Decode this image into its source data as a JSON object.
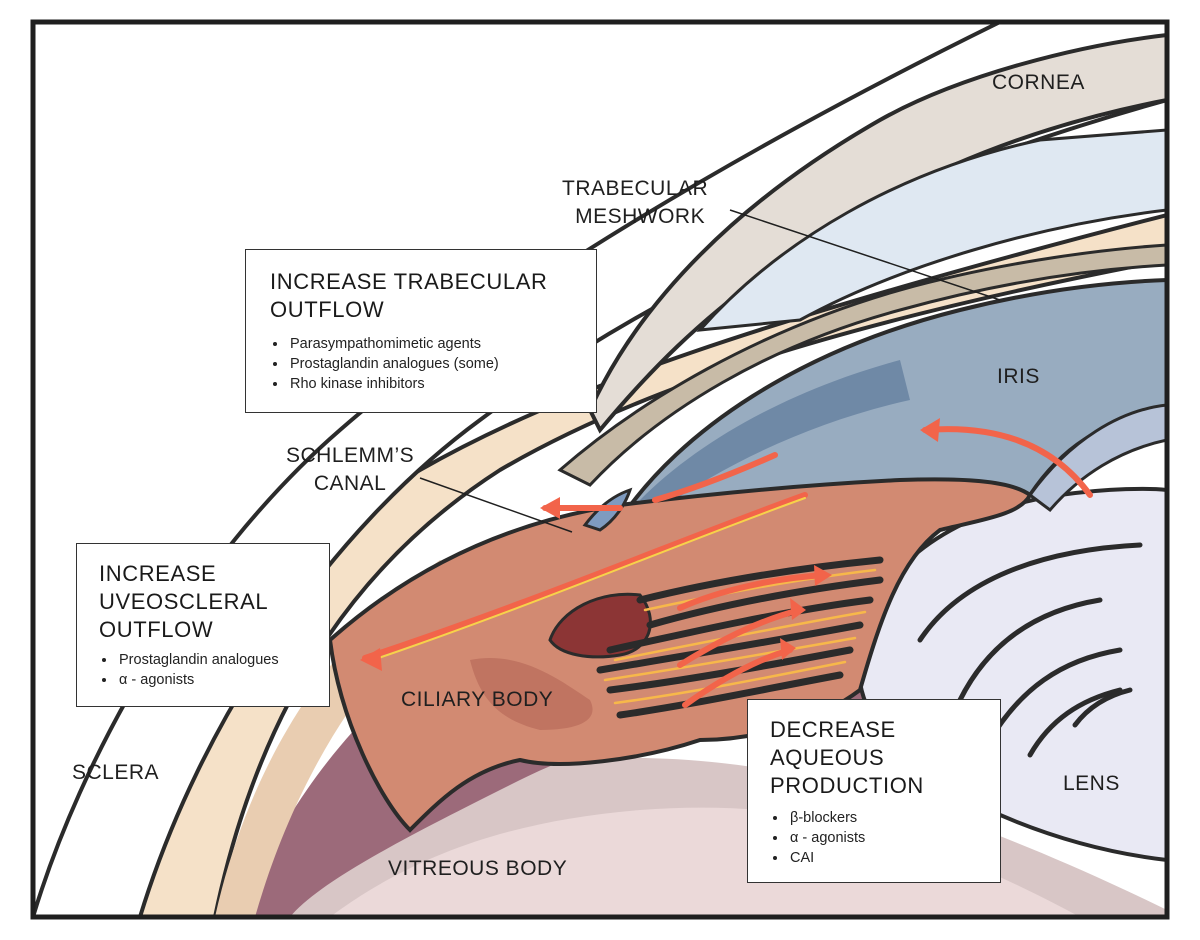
{
  "labels": {
    "cornea": "CORNEA",
    "trabecular_meshwork": [
      "TRABECULAR",
      "MESHWORK"
    ],
    "iris": "IRIS",
    "schlemms_canal": [
      "SCHLEMM’S",
      "CANAL"
    ],
    "ciliary_body": "CILIARY BODY",
    "sclera": "SCLERA",
    "lens": "LENS",
    "vitreous_body": "VITREOUS BODY"
  },
  "boxes": {
    "trabecular_outflow": {
      "title": [
        "INCREASE TRABECULAR",
        "OUTFLOW"
      ],
      "items": [
        "Parasympathomimetic agents",
        "Prostaglandin analogues (some)",
        "Rho kinase inhibitors"
      ]
    },
    "uveoscleral_outflow": {
      "title": [
        "INCREASE",
        "UVEOSCLERAL",
        "OUTFLOW"
      ],
      "items": [
        "Prostaglandin analogues",
        "α - agonists"
      ]
    },
    "aqueous_production": {
      "title": [
        "DECREASE",
        "AQUEOUS",
        "PRODUCTION"
      ],
      "items": [
        "β-blockers",
        "α - agonists",
        "CAI"
      ]
    }
  },
  "colors": {
    "sclera": "#f5e1c8",
    "cornea": "#e4ddd6",
    "iris": "#98acc0",
    "ciliary_body": "#d28a72",
    "vitreous": "#d6c4c4",
    "lens": "#e9e9f4",
    "flow_arrow": "#f2644a",
    "flow_highlight": "#f7c84a"
  }
}
